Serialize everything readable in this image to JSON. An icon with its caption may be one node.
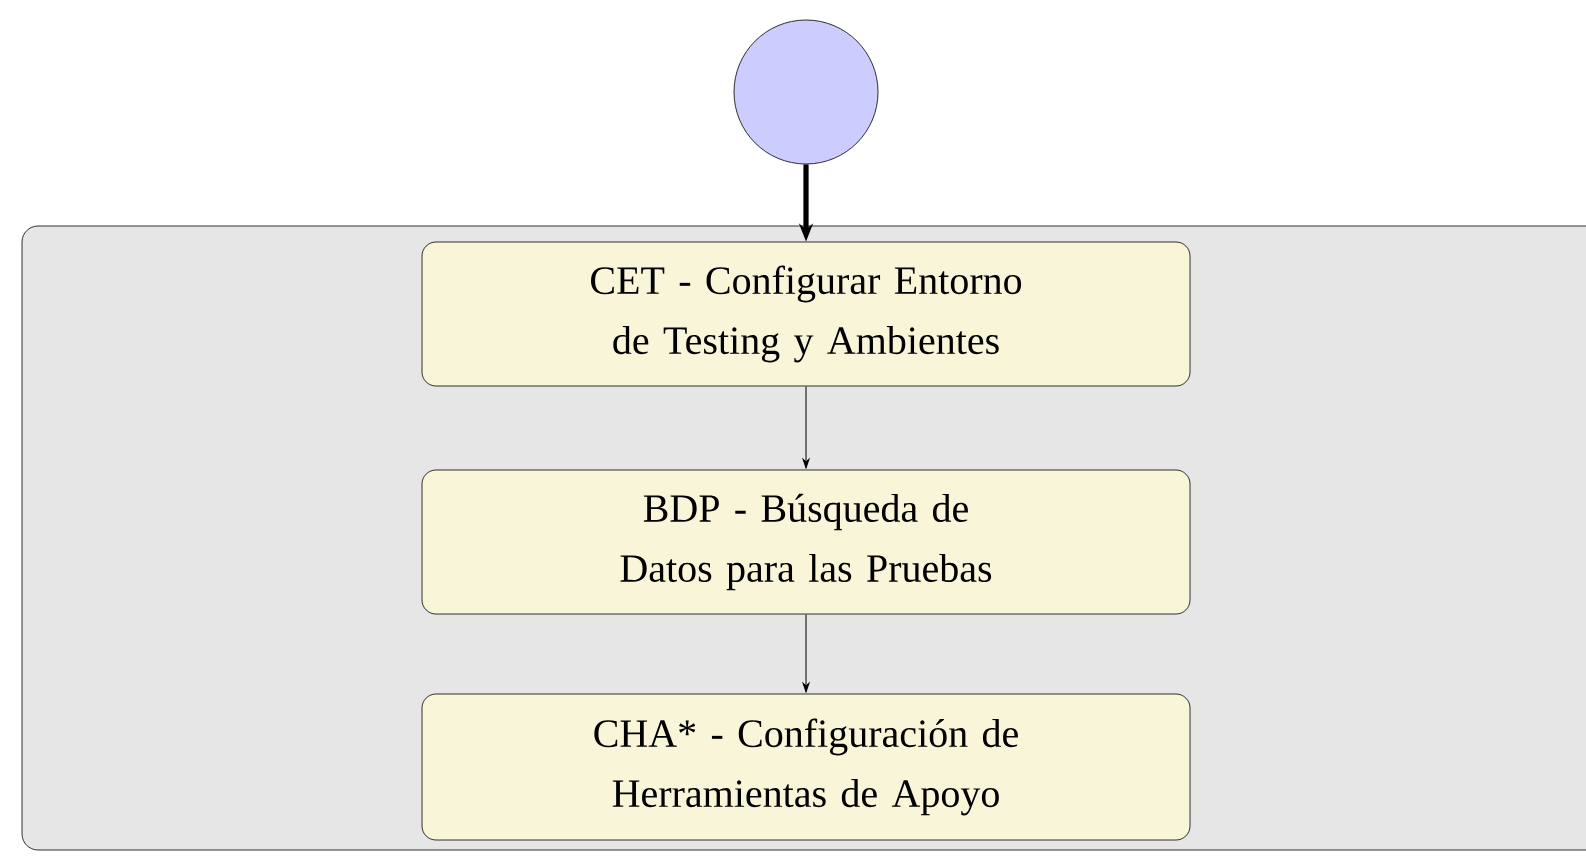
{
  "diagram": {
    "nodes": [
      {
        "text": [],
        "shape": "circle"
      },
      {
        "text": [],
        "shape": "box"
      },
      {
        "text": [
          "CET - Configurar Entorno de Testing y Ambientes"
        ],
        "in": 1
      },
      {
        "text": [
          "BDP - Búsqueda de Datos para las Pruebas"
        ],
        "in": 1
      },
      {
        "text": [
          "CHA* - Configuración de Herramientas de Apoyo"
        ],
        "in": 1
      }
    ],
    "edges": [
      {
        "from": 0,
        "to": 2,
        "arrow": "to",
        "style": "thick"
      },
      {
        "from": 2,
        "to": 3,
        "arrow": "to"
      },
      {
        "from": 3,
        "to": 4,
        "arrow": "to"
      }
    ]
  }
}
